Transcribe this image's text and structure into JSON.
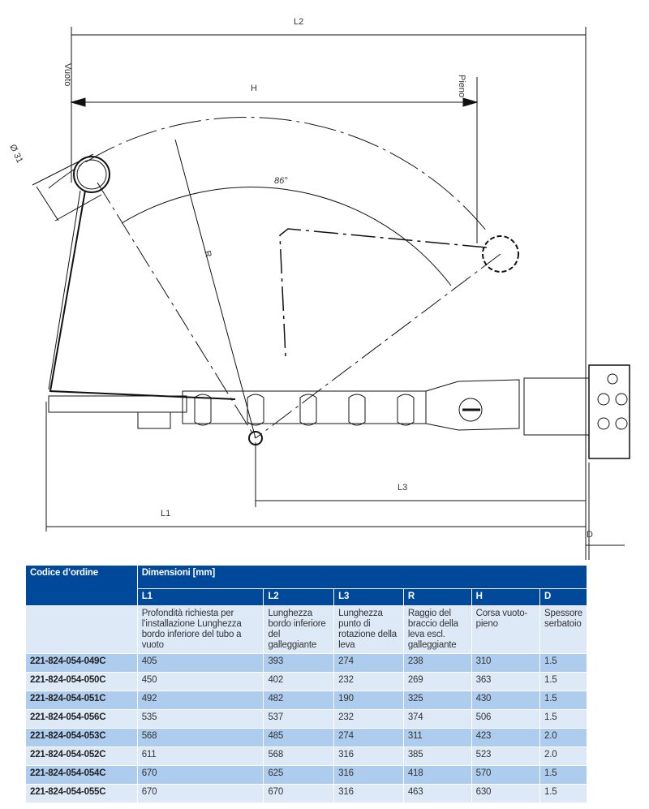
{
  "drawing": {
    "labels": {
      "L2": "L2",
      "H": "H",
      "vuoto": "Vuoto",
      "pieno": "Pieno",
      "diameter": "Ø 31",
      "angle": "86°",
      "R": "R",
      "L3": "L3",
      "L1": "L1",
      "D": "D"
    }
  },
  "table": {
    "header": {
      "code": "Codice d’ordine",
      "dimensions": "Dimensioni [mm]",
      "columns": [
        "L1",
        "L2",
        "L3",
        "R",
        "H",
        "D"
      ]
    },
    "descriptions": [
      "Profondità richiesta per l’installazione Lunghezza bordo inferiore del tubo a vuoto",
      "Lunghezza bordo inferiore del galleggiante",
      "Lunghezza punto di rotazione della leva",
      "Raggio del braccio della leva escl. galleggiante",
      "Corsa vuoto-pieno",
      "Spessore serbatoio"
    ],
    "rows": [
      {
        "code": "221-824-054-049C",
        "values": [
          "405",
          "393",
          "274",
          "238",
          "310",
          "1.5"
        ]
      },
      {
        "code": "221-824-054-050C",
        "values": [
          "450",
          "402",
          "232",
          "269",
          "363",
          "1.5"
        ]
      },
      {
        "code": "221-824-054-051C",
        "values": [
          "492",
          "482",
          "190",
          "325",
          "430",
          "1.5"
        ]
      },
      {
        "code": "221-824-054-056C",
        "values": [
          "535",
          "537",
          "232",
          "374",
          "506",
          "1.5"
        ]
      },
      {
        "code": "221-824-054-053C",
        "values": [
          "568",
          "485",
          "274",
          "311",
          "423",
          "2.0"
        ]
      },
      {
        "code": "221-824-054-052C",
        "values": [
          "611",
          "568",
          "316",
          "385",
          "523",
          "2.0"
        ]
      },
      {
        "code": "221-824-054-054C",
        "values": [
          "670",
          "625",
          "316",
          "418",
          "570",
          "1.5"
        ]
      },
      {
        "code": "221-824-054-055C",
        "values": [
          "670",
          "670",
          "316",
          "463",
          "630",
          "1.5"
        ]
      }
    ]
  }
}
